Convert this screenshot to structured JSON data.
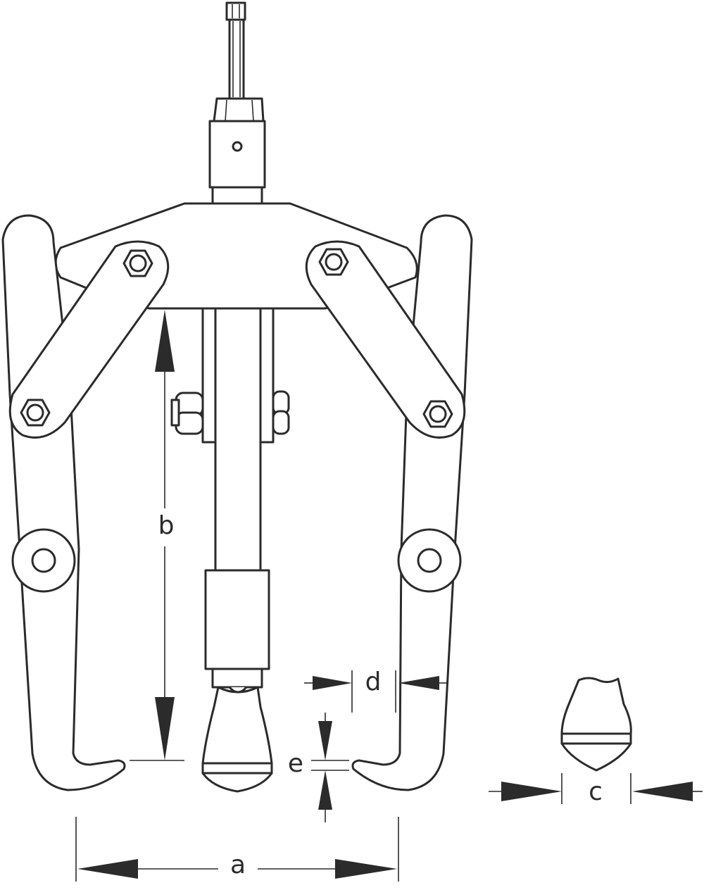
{
  "labels": {
    "a": "a",
    "b": "b",
    "c": "c",
    "d": "d",
    "e": "e"
  },
  "colors": {
    "line": "#2b2b2b",
    "background": "#ffffff"
  }
}
